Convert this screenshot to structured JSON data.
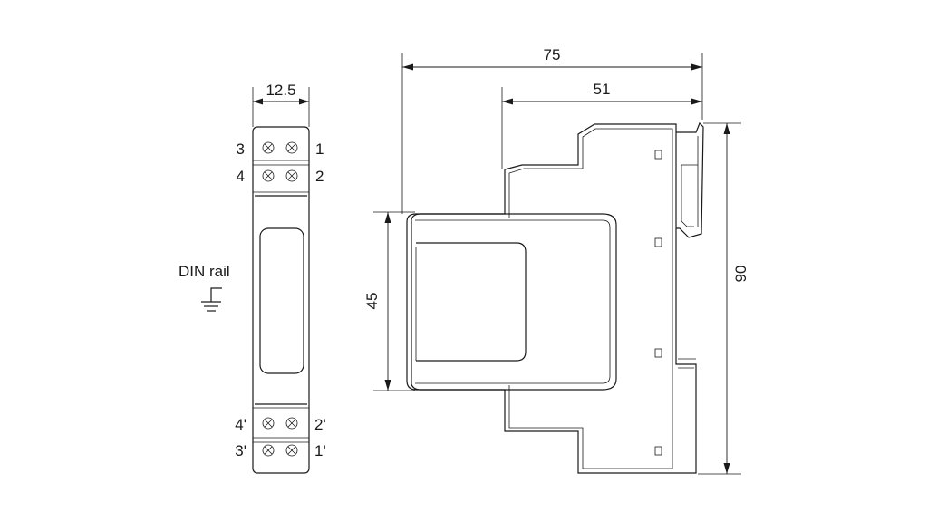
{
  "dimensions": {
    "front_width": "12.5",
    "depth_total": "75",
    "depth_front": "51",
    "height_front": "45",
    "height_total": "90"
  },
  "terminals": {
    "top_left_upper": "3",
    "top_right_upper": "1",
    "top_left_lower": "4",
    "top_right_lower": "2",
    "bottom_left_upper": "4'",
    "bottom_right_upper": "2'",
    "bottom_left_lower": "3'",
    "bottom_right_lower": "1'"
  },
  "din_rail_label": "DIN rail",
  "icons": [
    "earth-ground-symbol",
    "terminal-screw"
  ]
}
